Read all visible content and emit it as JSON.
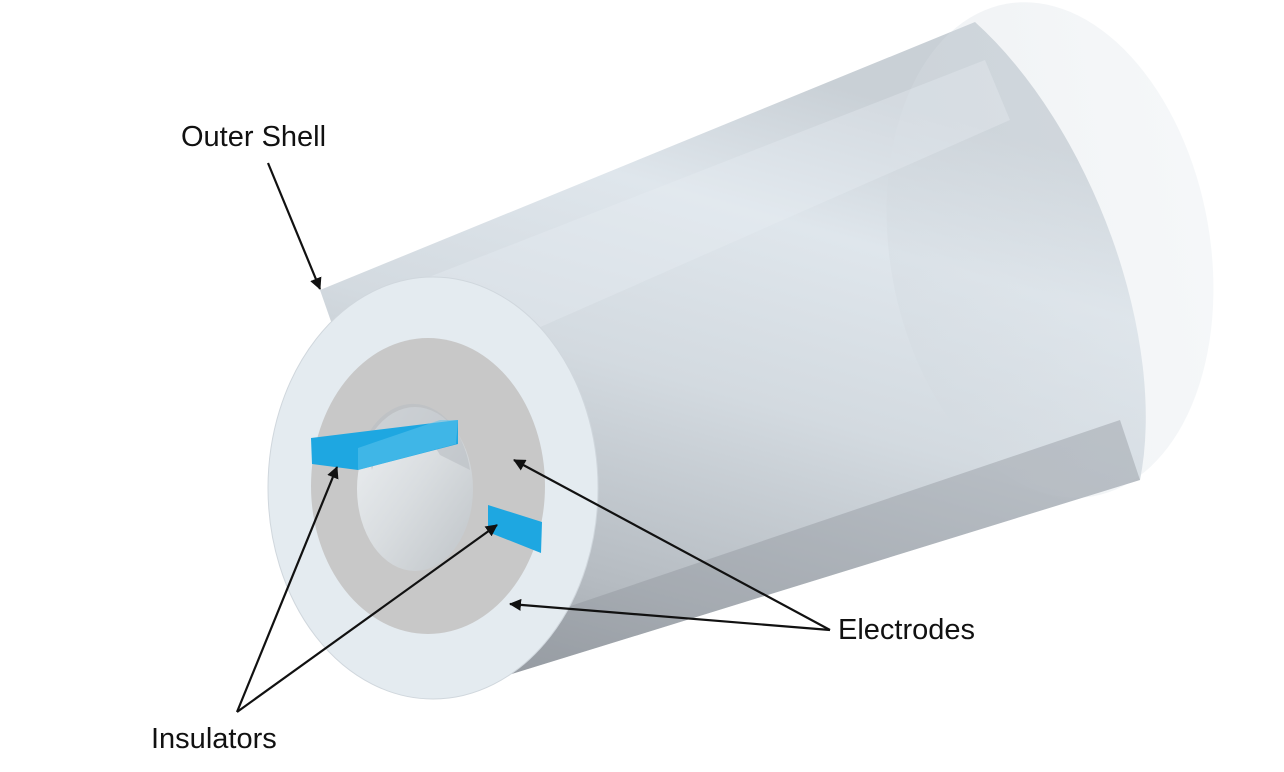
{
  "labels": {
    "outer_shell": "Outer Shell",
    "electrodes": "Electrodes",
    "insulators": "Insulators"
  },
  "colors": {
    "shell_face": "#e4ebf0",
    "shell_body_light": "#dde4ea",
    "shell_body_dark": "#9aa0a6",
    "electrode": "#c8c8c8",
    "bore": "#d6d9dc",
    "insulator": "#1ea7e1",
    "arrow": "#111111"
  }
}
